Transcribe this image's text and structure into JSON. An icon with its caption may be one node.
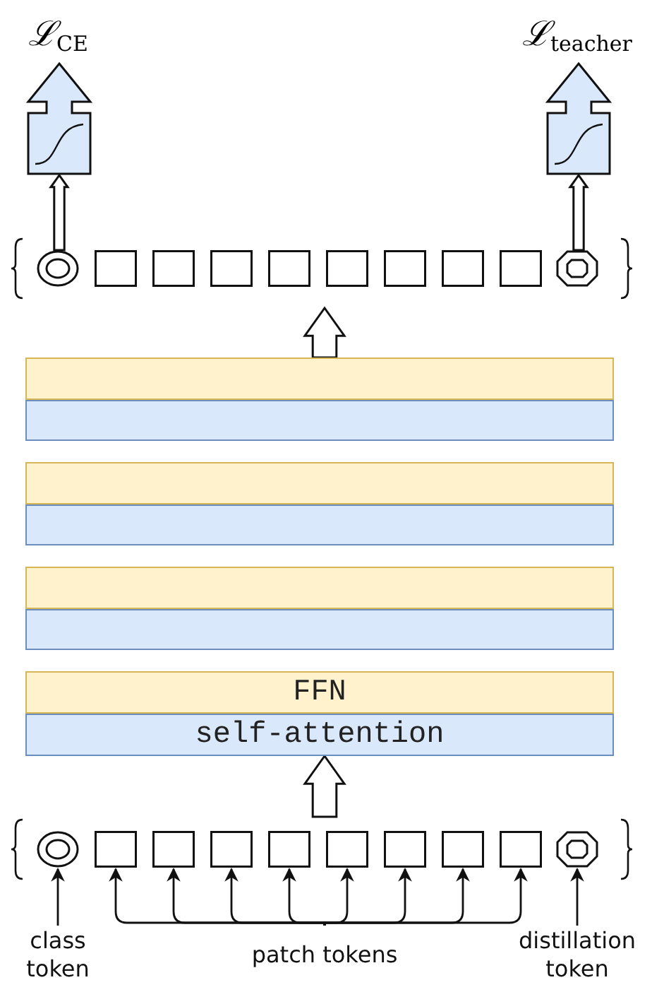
{
  "diagram": {
    "nodes": [
      {
        "text": [],
        "shape": "box"
      },
      {
        "text": [],
        "shape": "box"
      },
      {
        "text": [],
        "shape": "circle"
      },
      {
        "text": [],
        "shape": "box"
      },
      {
        "text": [],
        "shape": "box"
      },
      {
        "text": [],
        "shape": "box"
      },
      {
        "text": [],
        "shape": "box"
      },
      {
        "text": [],
        "shape": "box"
      },
      {
        "text": [],
        "shape": "box"
      },
      {
        "text": [],
        "shape": "box"
      },
      {
        "text": [],
        "shape": "box"
      },
      {
        "text": [],
        "shape": "octagon"
      },
      {
        "text": [],
        "shape": "bar"
      },
      {
        "text": [],
        "shape": "bar"
      },
      {
        "text": [],
        "shape": "bar"
      },
      {
        "text": [],
        "shape": "bar"
      },
      {
        "text": [],
        "shape": "bar"
      },
      {
        "text": [],
        "shape": "bar"
      },
      {
        "text": [
          "FFN"
        ]
      },
      {
        "text": [
          "self-attention"
        ]
      },
      {
        "text": [],
        "shape": "circle"
      },
      {
        "text": [],
        "shape": "box"
      },
      {
        "text": [],
        "shape": "box"
      },
      {
        "text": [],
        "shape": "box"
      },
      {
        "text": [],
        "shape": "box"
      },
      {
        "text": [],
        "shape": "box"
      },
      {
        "text": [],
        "shape": "box"
      },
      {
        "text": [],
        "shape": "box"
      },
      {
        "text": [],
        "shape": "box"
      },
      {
        "text": [],
        "shape": "octagon"
      },
      {
        "text": [
          "class token"
        ]
      },
      {
        "text": [
          "patch tokens"
        ]
      },
      {
        "text": [
          "distillation token"
        ]
      }
    ],
    "edges": [
      {
        "from": 2,
        "to": 0,
        "arrow": "to",
        "style": "thick"
      },
      {
        "from": 11,
        "to": 1,
        "arrow": "to",
        "style": "thick"
      },
      {
        "from": 12,
        "to": null,
        "arrow": "to",
        "style": "thick"
      },
      {
        "from": null,
        "to": 19,
        "arrow": "to",
        "style": "thick"
      },
      {
        "from": 30,
        "to": 20,
        "arrow": "to"
      },
      {
        "from": 31,
        "to": 21,
        "arrow": "to"
      },
      {
        "from": 31,
        "to": 22,
        "arrow": "to"
      },
      {
        "from": 31,
        "to": 23,
        "arrow": "to"
      },
      {
        "from": 31,
        "to": 24,
        "arrow": "to"
      },
      {
        "from": 31,
        "to": 25,
        "arrow": "to"
      },
      {
        "from": 31,
        "to": 26,
        "arrow": "to"
      },
      {
        "from": 31,
        "to": 27,
        "arrow": "to"
      },
      {
        "from": 31,
        "to": 28,
        "arrow": "to"
      },
      {
        "from": 32,
        "to": 29,
        "arrow": "to"
      }
    ],
    "labels": [
      "ℒ$_{CE}$",
      "ℒ$_{teacher}$"
    ]
  }
}
